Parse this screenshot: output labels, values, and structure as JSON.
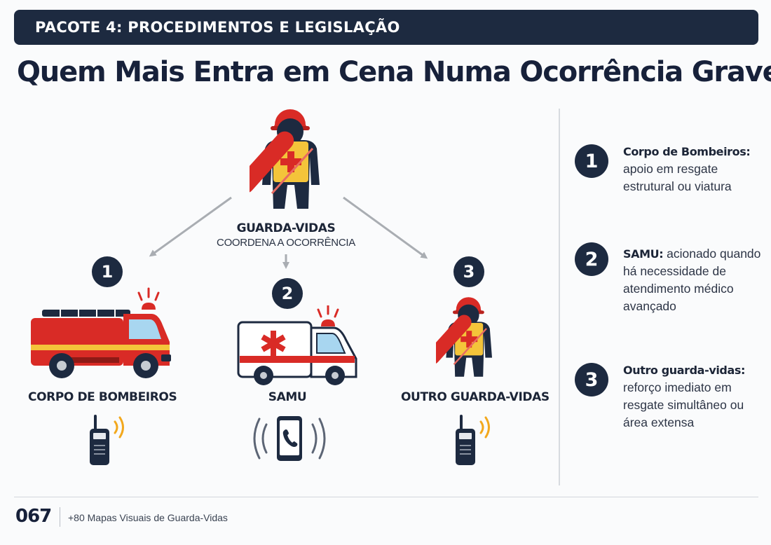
{
  "header": {
    "banner": "PACOTE 4: PROCEDIMENTOS E LEGISLAÇÃO",
    "title": "Quem Mais Entra em Cena Numa Ocorrência Grave"
  },
  "center": {
    "title": "GUARDA-VIDAS",
    "subtitle": "COORDENA A OCORRÊNCIA"
  },
  "services": [
    {
      "number": "1",
      "label": "CORPO DE BOMBEIROS",
      "contact_icon": "radio-icon"
    },
    {
      "number": "2",
      "label": "SAMU",
      "contact_icon": "phone-icon"
    },
    {
      "number": "3",
      "label": "OUTRO GUARDA-VIDAS",
      "contact_icon": "radio-icon"
    }
  ],
  "legend": [
    {
      "number": "1",
      "title": "Corpo de Bombeiros:",
      "line1": "apoio em resgate",
      "line2": "estrutural ou viatura"
    },
    {
      "number": "2",
      "title": "SAMU:",
      "line1": "acionado quando",
      "line2": "há necessidade de",
      "line3": "atendimento médico",
      "line4": "avançado"
    },
    {
      "number": "3",
      "title": "Outro guarda-vidas:",
      "line1": "reforço imediato em",
      "line2": "resgate simultâneo ou",
      "line3": "área extensa"
    }
  ],
  "footer": {
    "page_number": "067",
    "book_title": "+80 Mapas Visuais de Guarda-Vidas"
  },
  "colors": {
    "navy": "#1d2a40",
    "red": "#d92b26",
    "yellow": "#f4c43a",
    "arrow_gray": "#a9adb2"
  }
}
